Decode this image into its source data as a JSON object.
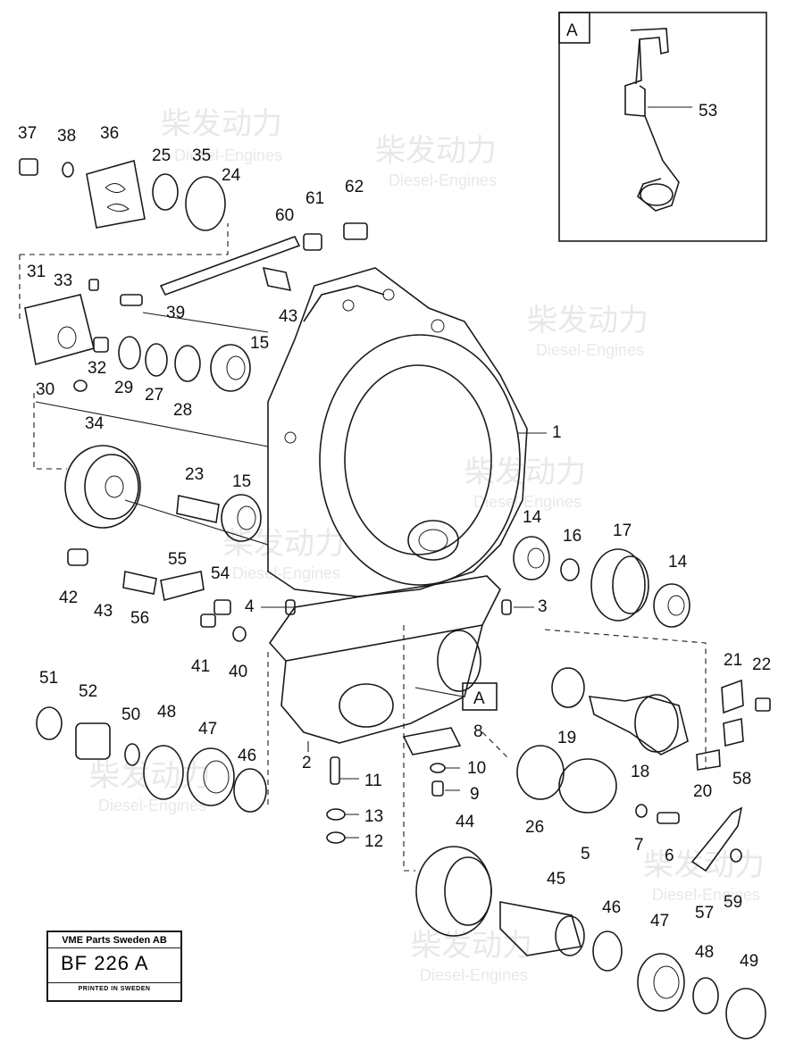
{
  "labels": [
    "1",
    "2",
    "3",
    "4",
    "5",
    "6",
    "7",
    "8",
    "9",
    "10",
    "11",
    "12",
    "13",
    "14",
    "14",
    "15",
    "15",
    "16",
    "17",
    "18",
    "19",
    "20",
    "21",
    "22",
    "23",
    "24",
    "25",
    "26",
    "27",
    "28",
    "29",
    "30",
    "31",
    "32",
    "33",
    "34",
    "35",
    "36",
    "37",
    "38",
    "39",
    "40",
    "41",
    "42",
    "43",
    "43",
    "44",
    "45",
    "46",
    "46",
    "47",
    "47",
    "48",
    "48",
    "49",
    "50",
    "51",
    "52",
    "53",
    "54",
    "55",
    "56",
    "57",
    "58",
    "59",
    "60",
    "61",
    "62"
  ],
  "detail_box_label": "A",
  "view_marker": "A",
  "stamp": {
    "company": "VME Parts Sweden AB",
    "code": "BF 226 A",
    "printed": "PRINTED IN SWEDEN"
  },
  "watermark": {
    "cn": "柴发动力",
    "en": "Diesel-Engines"
  }
}
